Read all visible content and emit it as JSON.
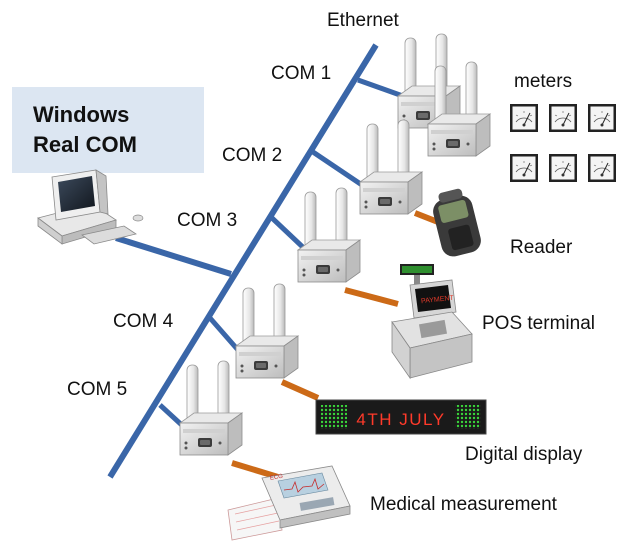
{
  "title_box": {
    "line1": "Windows",
    "line2": "Real COM"
  },
  "network": {
    "label": "Ethernet"
  },
  "ports": [
    {
      "label": "COM 1"
    },
    {
      "label": "COM 2"
    },
    {
      "label": "COM 3"
    },
    {
      "label": "COM 4"
    },
    {
      "label": "COM 5"
    }
  ],
  "devices": {
    "meters": "meters",
    "reader": "Reader",
    "pos": "POS terminal",
    "display": "Digital display",
    "display_text": "4TH JULY",
    "medical": "Medical measurement"
  },
  "colors": {
    "bus": "#3a66a8",
    "serial_link": "#cc6a17",
    "title_box_bg": "#dce6f2",
    "display_led": "#ff3a2a",
    "display_green": "#39d43a"
  }
}
